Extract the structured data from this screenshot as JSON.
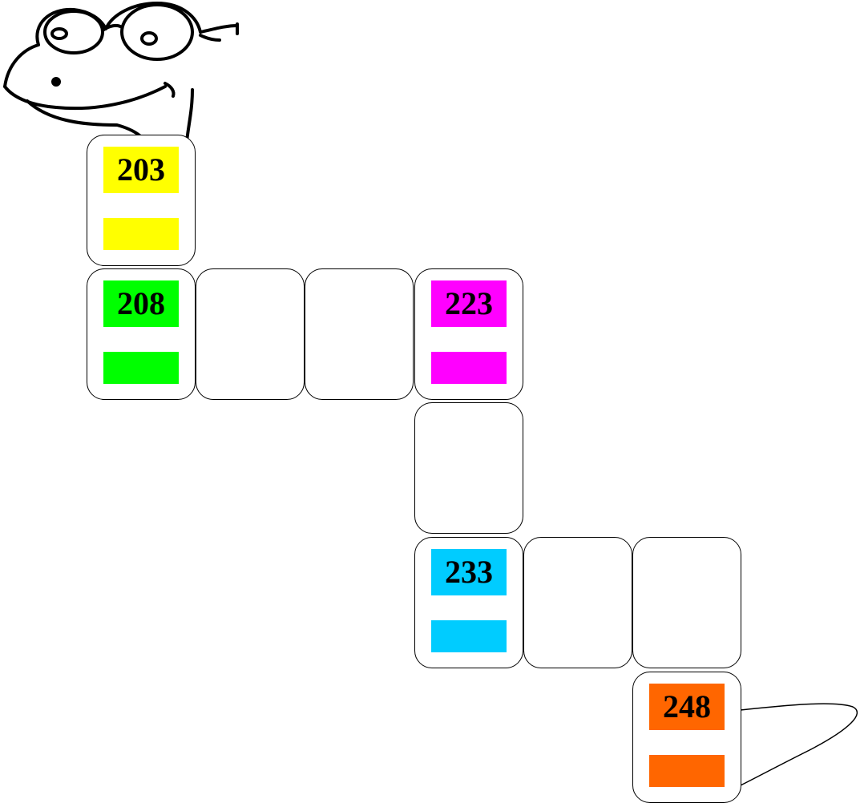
{
  "mascot": {
    "icon": "frog-with-glasses-icon"
  },
  "tail": {
    "icon": "worm-tail-icon"
  },
  "cells": [
    {
      "label": "203",
      "color": "#ffff00"
    },
    {
      "label": "208",
      "color": "#00ff00"
    },
    {
      "label": "",
      "color": ""
    },
    {
      "label": "",
      "color": ""
    },
    {
      "label": "223",
      "color": "#ff00ff"
    },
    {
      "label": "",
      "color": ""
    },
    {
      "label": "233",
      "color": "#00ccff"
    },
    {
      "label": "",
      "color": ""
    },
    {
      "label": "",
      "color": ""
    },
    {
      "label": "248",
      "color": "#ff6600"
    }
  ]
}
